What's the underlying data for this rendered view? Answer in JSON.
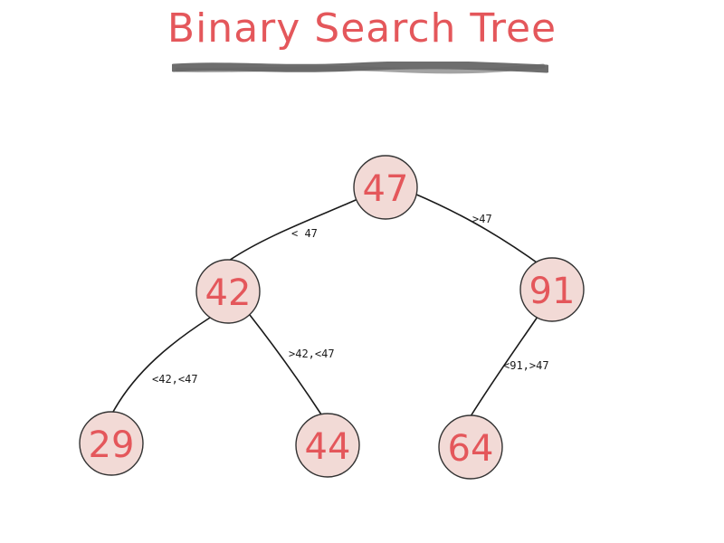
{
  "title": "Binary Search Tree",
  "colors": {
    "title": "#e4575b",
    "underline": "#555555",
    "node_fill": "#f2dad6",
    "node_stroke": "#333333",
    "node_text": "#e4575b",
    "edge": "#1a1a1a"
  },
  "nodes": {
    "root": {
      "value": "47"
    },
    "left": {
      "value": "42"
    },
    "right": {
      "value": "91"
    },
    "left_left": {
      "value": "29"
    },
    "left_right": {
      "value": "44"
    },
    "right_left": {
      "value": "64"
    }
  },
  "edges": {
    "root_left": {
      "label": "< 47"
    },
    "root_right": {
      "label": ">47"
    },
    "left_left": {
      "label": "<42,<47"
    },
    "left_right": {
      "label": ">42,<47"
    },
    "right_left": {
      "label": "<91,>47"
    }
  }
}
